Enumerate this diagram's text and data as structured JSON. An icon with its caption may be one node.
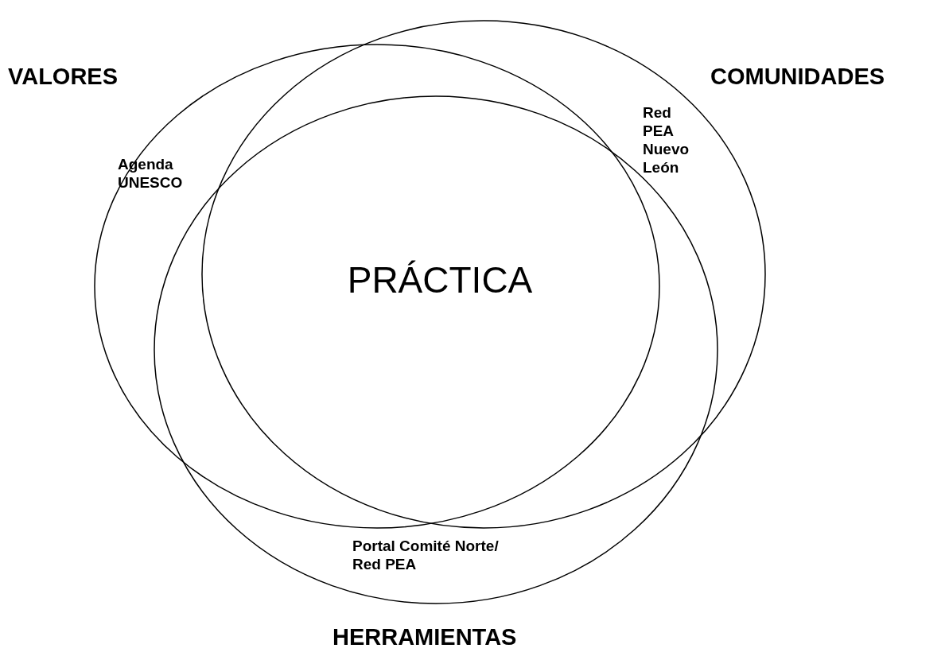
{
  "diagram": {
    "nodes": [
      {
        "text": [
          "VALORES"
        ]
      },
      {
        "text": [
          "COMUNIDADES"
        ]
      },
      {
        "text": [
          "HERRAMIENTAS"
        ]
      }
    ],
    "labels": [
      "PRÁCTICA",
      "Agenda UNESCO",
      "Red PEA Nuevo León",
      "Portal Comité Norte/ Red PEA"
    ]
  }
}
